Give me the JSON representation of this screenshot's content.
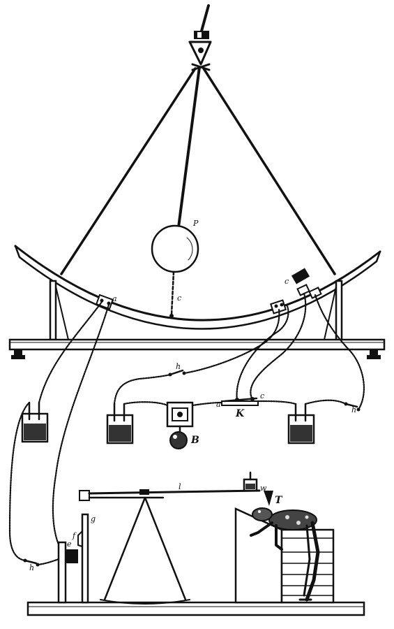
{
  "labels": {
    "pendulum": "P",
    "battery": "B",
    "key": "K",
    "tambour": "T",
    "wire_upper": "h",
    "wire_right": "h",
    "wire_lower": "h",
    "lever": "l",
    "upright": "g",
    "clamp": "f",
    "magnet": "e",
    "contact_left": "a",
    "contact_right": "c",
    "weight": "w"
  },
  "colors": {
    "ink": "#111111",
    "paper": "#ffffff"
  }
}
